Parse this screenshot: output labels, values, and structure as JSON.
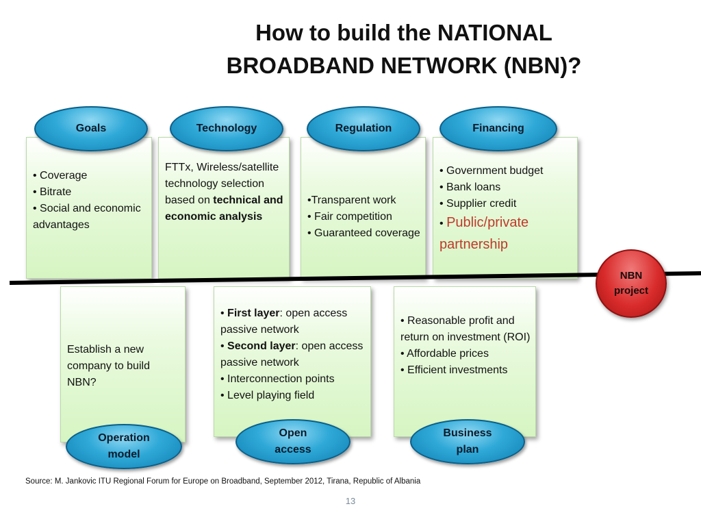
{
  "title": {
    "line1": "How to build the NATIONAL",
    "line2": "BROADBAND NETWORK (NBN)?"
  },
  "top": {
    "goals": {
      "label": "Goals",
      "items": [
        "• Coverage",
        "• Bitrate",
        "• Social and economic advantages"
      ]
    },
    "technology": {
      "label": "Technology",
      "text_prefix": "FTTx, Wireless/satellite technology selection based on ",
      "text_bold": "technical and economic analysis"
    },
    "regulation": {
      "label": "Regulation",
      "items": [
        "•Transparent work",
        "• Fair competition",
        "• Guaranteed coverage"
      ]
    },
    "financing": {
      "label": "Financing",
      "items": [
        "• Government   budget",
        "• Bank loans",
        "• Supplier credit"
      ],
      "bullet": "•",
      "highlight": "Public/private partnership",
      "highlight_color": "#c0392b"
    }
  },
  "bottom": {
    "operation": {
      "label_line1": "Operation",
      "label_line2": "model",
      "text": "Establish a new company to build NBN?"
    },
    "open_access": {
      "label_line1": "Open",
      "label_line2": "access",
      "items": [
        {
          "bullet": "• ",
          "bold": "First layer",
          "rest": ": open access passive network"
        },
        {
          "bullet": "• ",
          "bold": "Second layer",
          "rest": ": open access passive network"
        },
        {
          "bullet": "",
          "bold": "",
          "rest": "• Interconnection points"
        },
        {
          "bullet": "",
          "bold": "",
          "rest": "• Level playing field"
        }
      ]
    },
    "business": {
      "label_line1": "Business",
      "label_line2": "plan",
      "items": [
        "• Reasonable profit and return on investment (ROI)",
        "• Affordable prices",
        "• Efficient investments"
      ]
    }
  },
  "nbn": {
    "line1": "NBN",
    "line2": "project"
  },
  "colors": {
    "pill_blue": "#2fa9d8",
    "box_green": "#d6f5c2",
    "nbn_red": "#d92b2b",
    "line": "#000000"
  },
  "source": "Source: M. Jankovic  ITU Regional Forum for Europe on Broadband, September 2012, Tirana, Republic of Albania",
  "page_number": "13"
}
